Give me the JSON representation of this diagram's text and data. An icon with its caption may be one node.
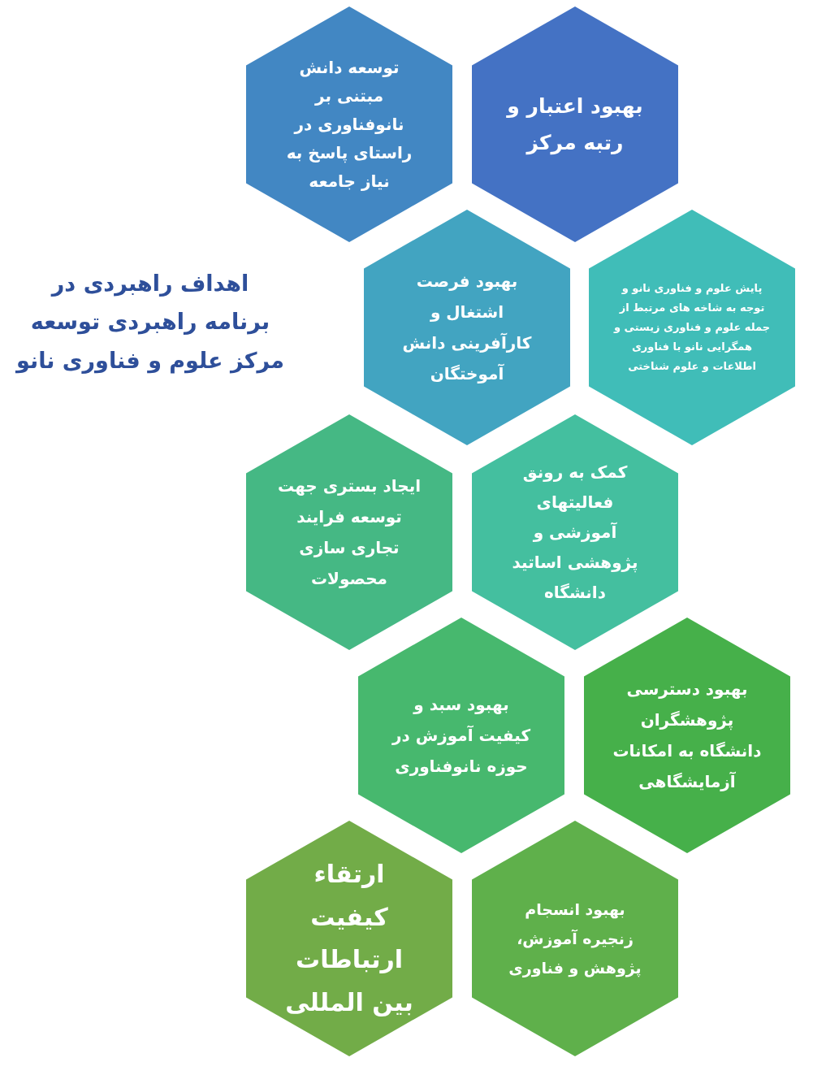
{
  "diagram": {
    "title": "اهداف راهبردی در برنامه راهبردی توسعه مرکز علوم و فناوری نانو",
    "nodes": [
      {
        "text": [
          "بهبود اعتبار و رتبه مرکز"
        ]
      },
      {
        "text": [
          "توسعه دانش مبتنی بر نانوفناوری در راستای پاسخ به نیاز جامعه"
        ]
      },
      {
        "text": [
          "پایش علوم و فناوری نانو و توجه به شاخه های مرتبط از جمله علوم و فناوری زیستی و همگرایی نانو با فناوری اطلاعات و علوم شناختی"
        ]
      },
      {
        "text": [
          "بهبود فرصت اشتغال و کارآفرینی دانش آموختگان"
        ]
      },
      {
        "text": [
          "کمک به رونق فعالیتهای آموزشی و پژوهشی اساتید دانشگاه"
        ]
      },
      {
        "text": [
          "ایجاد بستری جهت توسعه فرایند تجاری سازی محصولات"
        ]
      },
      {
        "text": [
          "بهبود دسترسی پژوهشگران دانشگاه به امکانات آزمایشگاهی"
        ]
      },
      {
        "text": [
          "بهبود سبد و کیفیت آموزش در حوزه نانوفناوری"
        ]
      },
      {
        "text": [
          "بهبود انسجام زنجیره آموزش، پژوهش و فناوری"
        ]
      },
      {
        "text": [
          "ارتقاء کیفیت ارتباطات بین المللی"
        ]
      }
    ]
  }
}
